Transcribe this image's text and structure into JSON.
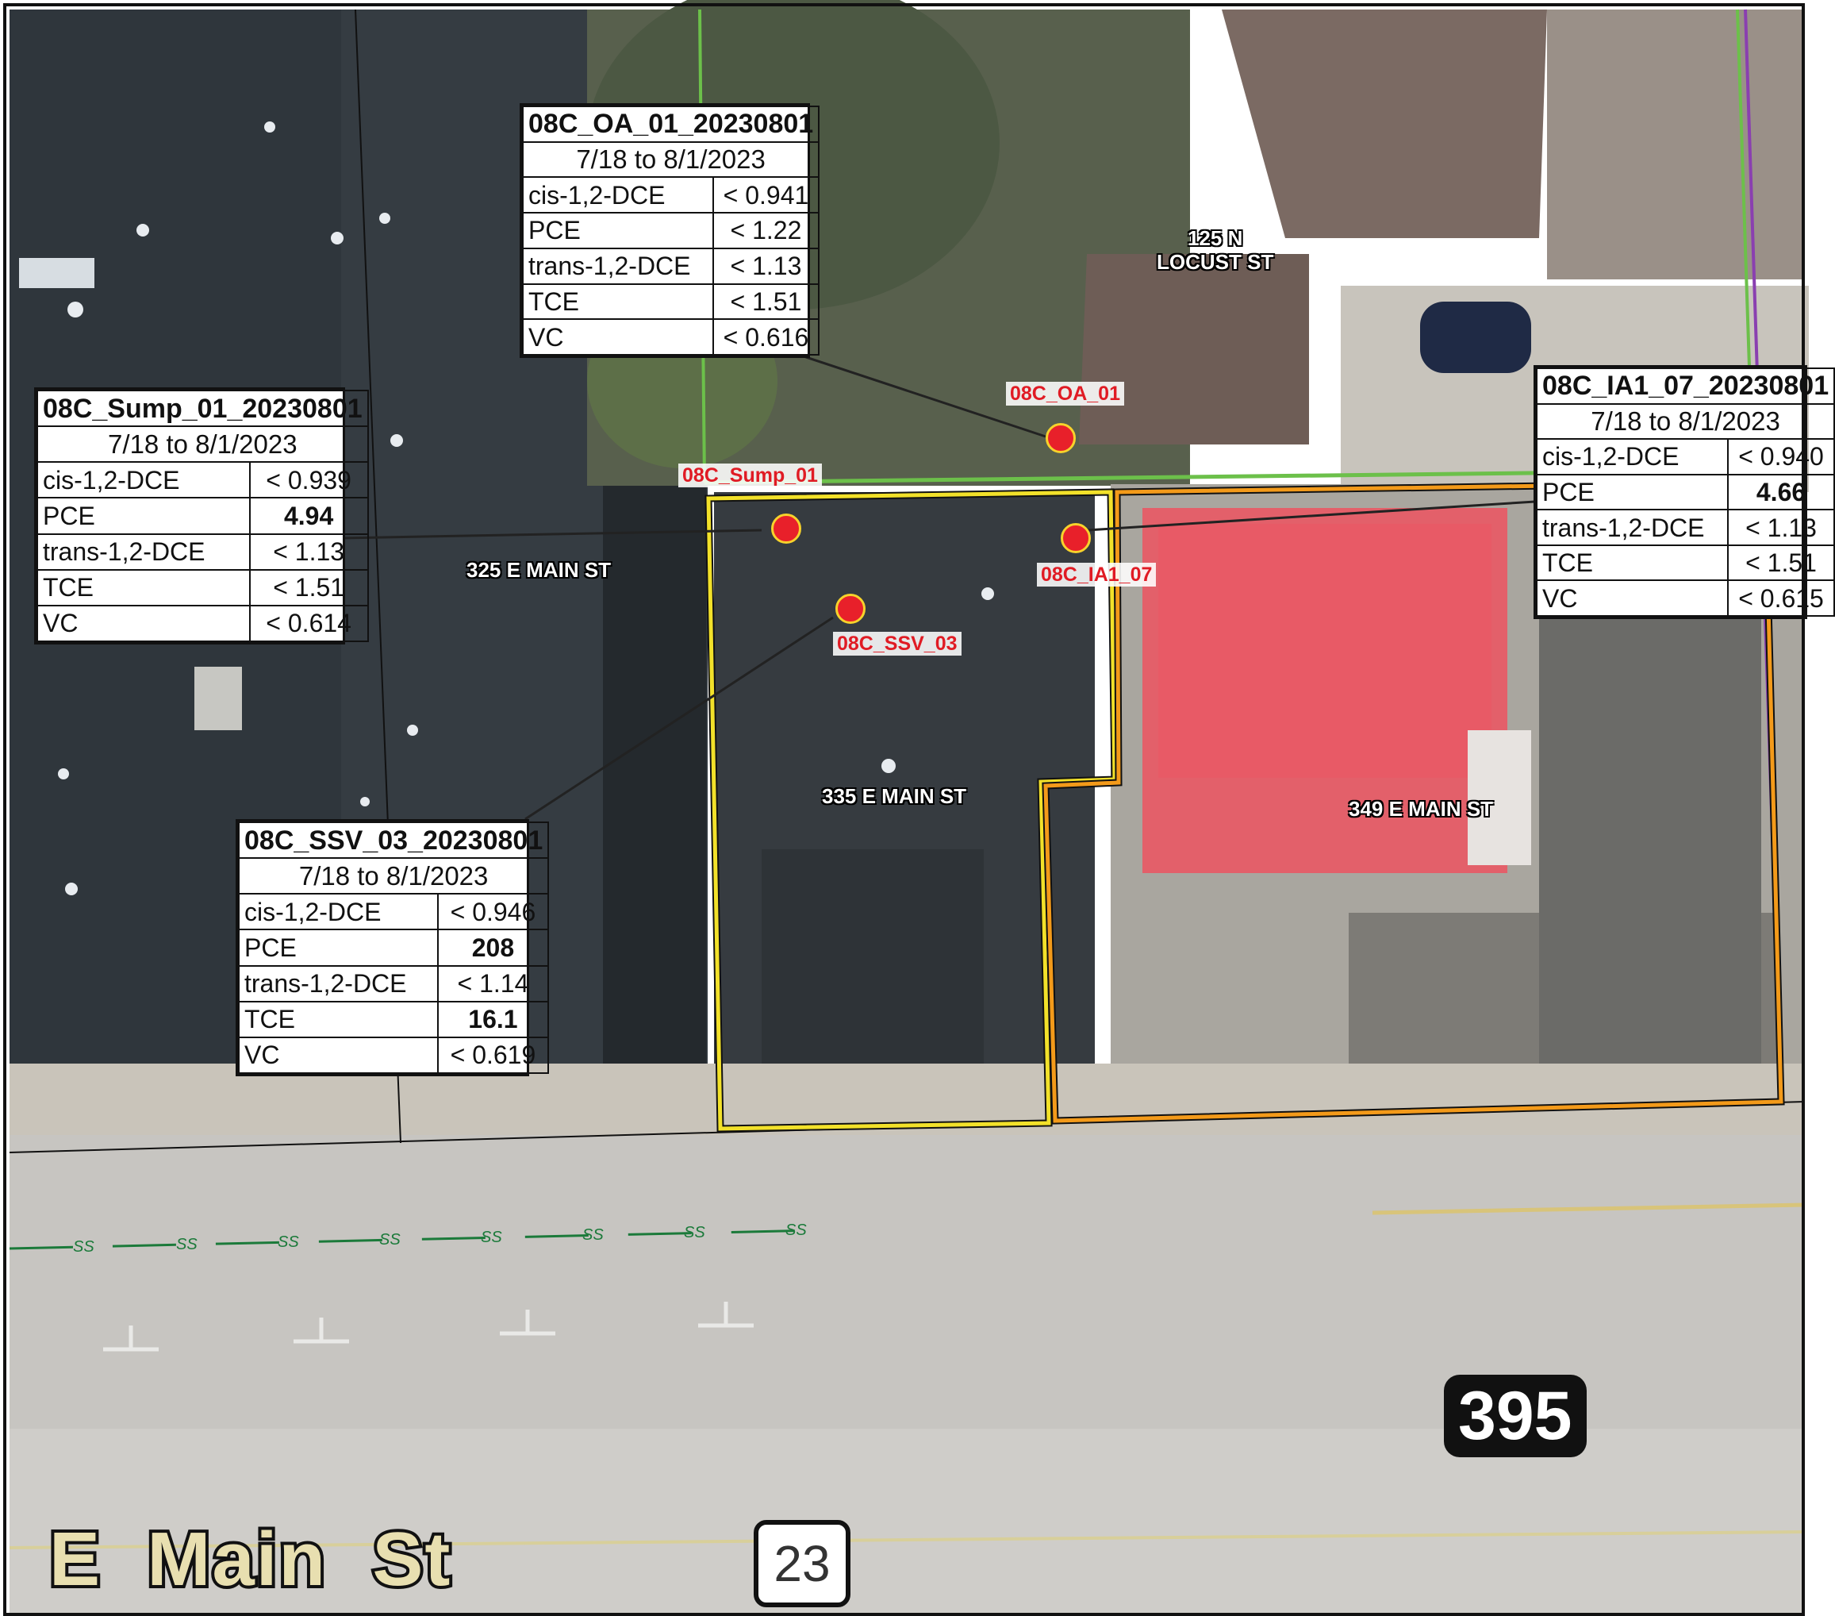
{
  "sample_tables": [
    {
      "id": "oa",
      "title": "08C_OA_01_20230801",
      "period": "7/18 to 8/1/2023",
      "rows": [
        {
          "analyte": "cis-1,2-DCE",
          "value": "< 0.941",
          "bold": false
        },
        {
          "analyte": "PCE",
          "value": "< 1.22",
          "bold": false
        },
        {
          "analyte": "trans-1,2-DCE",
          "value": "< 1.13",
          "bold": false
        },
        {
          "analyte": "TCE",
          "value": "< 1.51",
          "bold": false
        },
        {
          "analyte": "VC",
          "value": "< 0.616",
          "bold": false
        }
      ]
    },
    {
      "id": "sump",
      "title": "08C_Sump_01_20230801",
      "period": "7/18 to 8/1/2023",
      "rows": [
        {
          "analyte": "cis-1,2-DCE",
          "value": "< 0.939",
          "bold": false
        },
        {
          "analyte": "PCE",
          "value": "4.94",
          "bold": true
        },
        {
          "analyte": "trans-1,2-DCE",
          "value": "< 1.13",
          "bold": false
        },
        {
          "analyte": "TCE",
          "value": "< 1.51",
          "bold": false
        },
        {
          "analyte": "VC",
          "value": "< 0.614",
          "bold": false
        }
      ]
    },
    {
      "id": "ssv",
      "title": "08C_SSV_03_20230801",
      "period": "7/18 to 8/1/2023",
      "rows": [
        {
          "analyte": "cis-1,2-DCE",
          "value": "< 0.946",
          "bold": false
        },
        {
          "analyte": "PCE",
          "value": "208",
          "bold": true
        },
        {
          "analyte": "trans-1,2-DCE",
          "value": "< 1.14",
          "bold": false
        },
        {
          "analyte": "TCE",
          "value": "16.1",
          "bold": true
        },
        {
          "analyte": "VC",
          "value": "< 0.619",
          "bold": false
        }
      ]
    },
    {
      "id": "ia",
      "title": "08C_IA1_07_20230801",
      "period": "7/18 to 8/1/2023",
      "rows": [
        {
          "analyte": "cis-1,2-DCE",
          "value": "< 0.940",
          "bold": false
        },
        {
          "analyte": "PCE",
          "value": "4.66",
          "bold": true
        },
        {
          "analyte": "trans-1,2-DCE",
          "value": "< 1.13",
          "bold": false
        },
        {
          "analyte": "TCE",
          "value": "< 1.51",
          "bold": false
        },
        {
          "analyte": "VC",
          "value": "< 0.615",
          "bold": false
        }
      ]
    }
  ],
  "sample_points": {
    "oa": "08C_OA_01",
    "sump": "08C_Sump_01",
    "ia": "08C_IA1_07",
    "ssv": "08C_SSV_03"
  },
  "addresses": {
    "locust_line1": "125 N",
    "locust_line2": "LOCUST ST",
    "main_325": "325 E MAIN ST",
    "main_335": "335 E MAIN ST",
    "main_349": "349 E MAIN ST"
  },
  "sewer_label": "SS",
  "street_name": "E  Main  St",
  "route_shields": {
    "us": "395",
    "state": "23"
  },
  "colors": {
    "sample_point": "#e8202a",
    "point_label": "#e01b24",
    "parcel_335": "#f2e12a",
    "parcel_349": "#f39a1a",
    "parcel_green": "#6cc04a",
    "parcel_purple": "#8a3fb0",
    "sewer_line": "#1b7a3a"
  }
}
